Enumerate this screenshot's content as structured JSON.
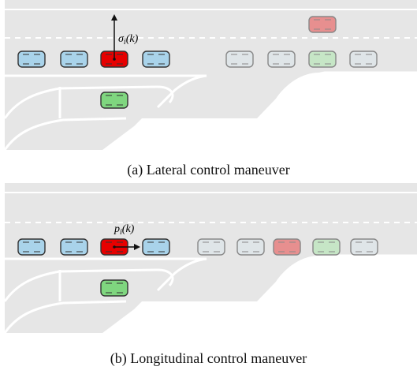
{
  "colors": {
    "road": "#e6e6e6",
    "lane_line": "#ffffff",
    "car_blue": "#a9d3ea",
    "car_red": "#e60000",
    "car_green": "#7fd67f",
    "car_faded_gray": "#dfe5e8",
    "car_faded_green": "#c6e6c6",
    "car_faded_red": "#e78f8f",
    "car_outline": "#333333"
  },
  "panel_a": {
    "caption": "(a) Lateral control maneuver",
    "arrow_label": "σ",
    "arrow_subscript": "i",
    "arrow_arg": "(k)"
  },
  "panel_b": {
    "caption": "(b) Longitudinal control maneuver",
    "arrow_label": "p",
    "arrow_subscript": "i",
    "arrow_arg": "(k)"
  }
}
